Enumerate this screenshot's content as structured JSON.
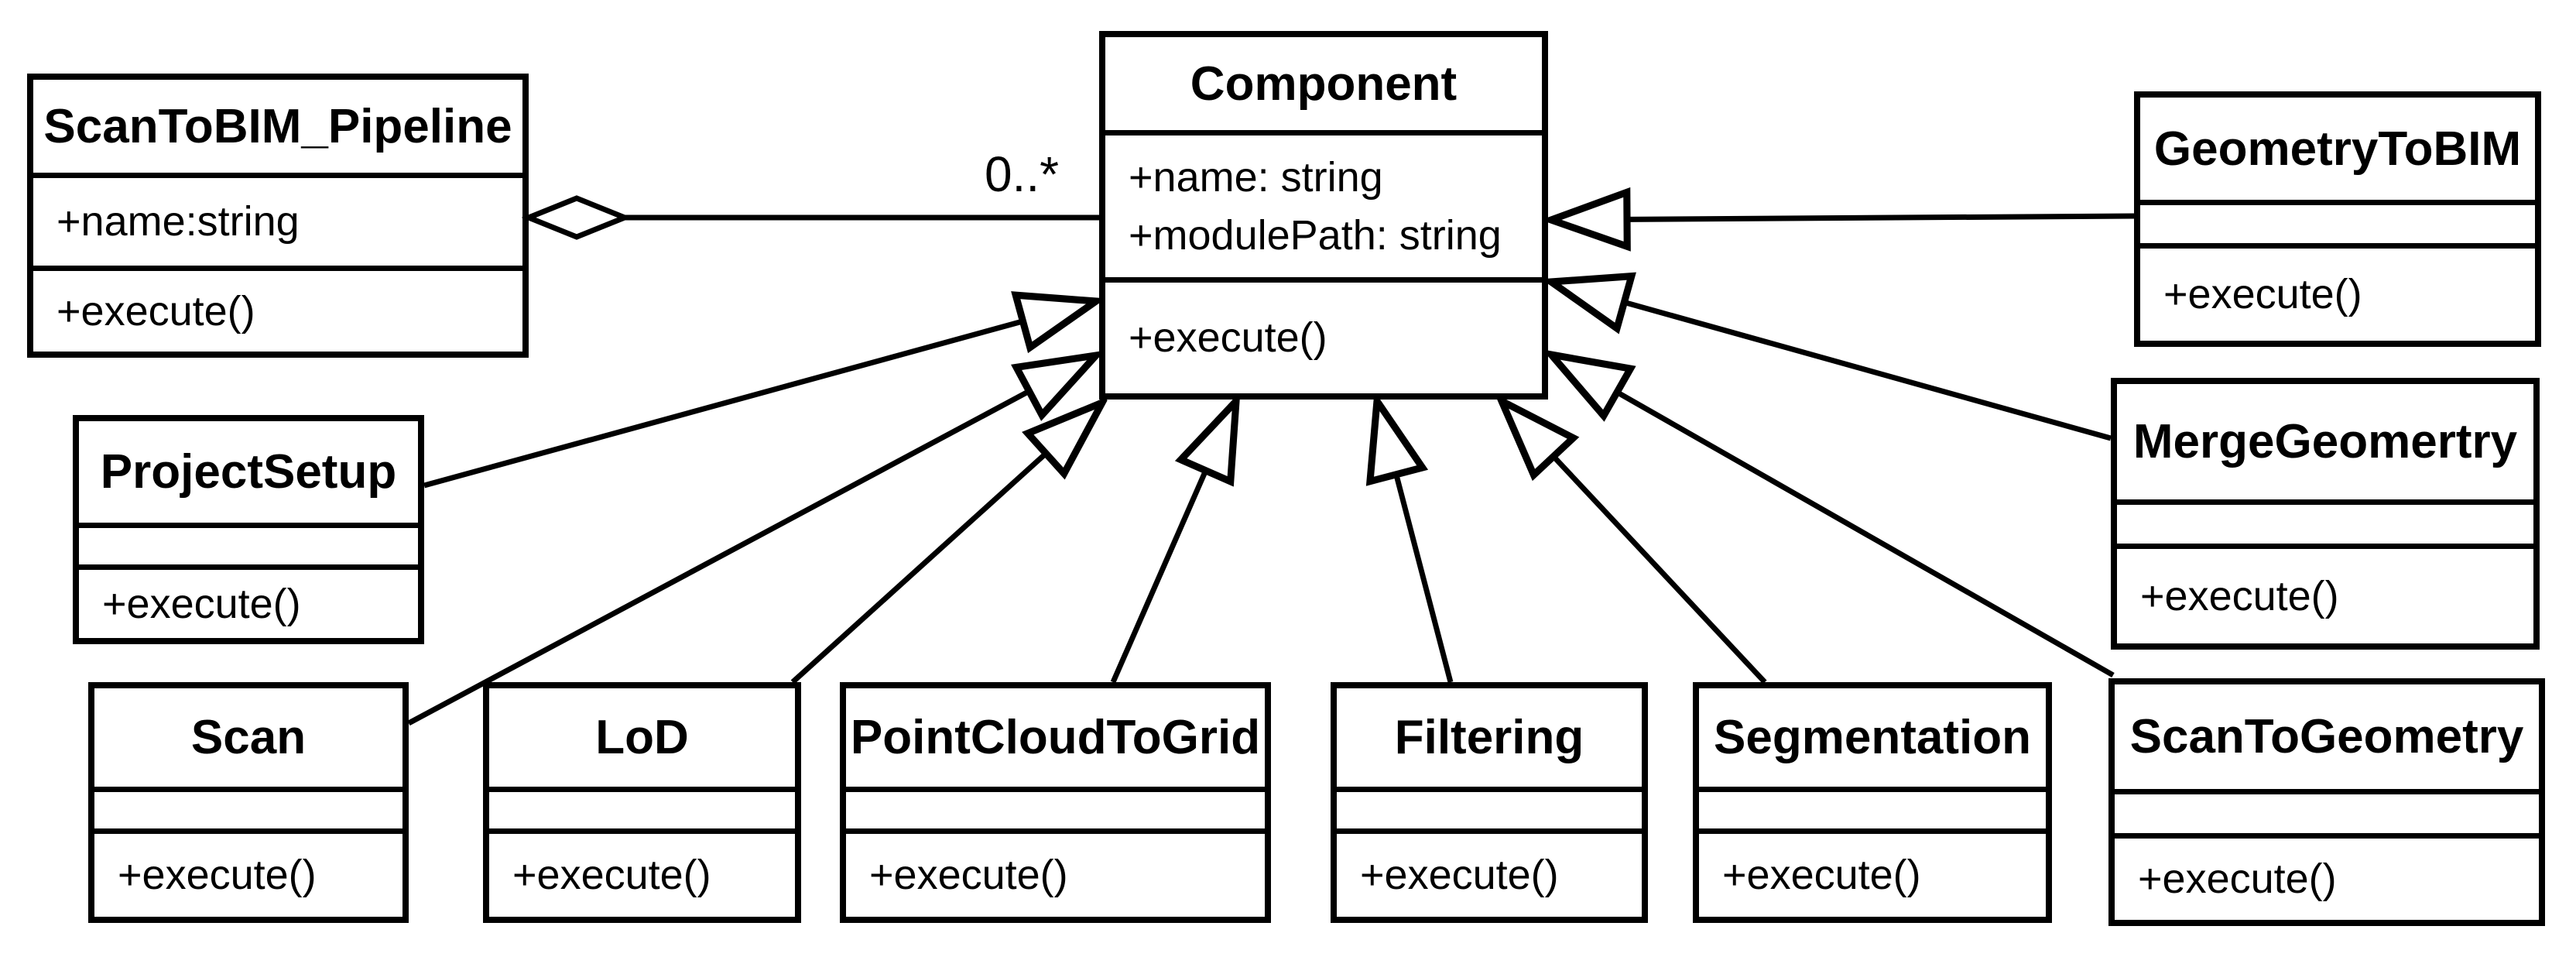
{
  "colors": {
    "background": "#ffffff",
    "stroke": "#000000"
  },
  "association": {
    "multiplicity": "0..*",
    "whole": "ScanToBIM_Pipeline",
    "part": "Component",
    "type": "aggregation"
  },
  "classes": {
    "scantobim_pipeline": {
      "name": "ScanToBIM_Pipeline",
      "attributes": [
        "+name:string"
      ],
      "methods": [
        "+execute()"
      ]
    },
    "component": {
      "name": "Component",
      "attributes": [
        "+name: string",
        "+modulePath: string"
      ],
      "methods": [
        "+execute()"
      ]
    },
    "geometrytobim": {
      "name": "GeometryToBIM",
      "attributes": [],
      "methods": [
        "+execute()"
      ]
    },
    "mergegeomertry": {
      "name": "MergeGeomertry",
      "attributes": [],
      "methods": [
        "+execute()"
      ]
    },
    "scantogeometry": {
      "name": "ScanToGeometry",
      "attributes": [],
      "methods": [
        "+execute()"
      ]
    },
    "projectsetup": {
      "name": "ProjectSetup",
      "attributes": [],
      "methods": [
        "+execute()"
      ]
    },
    "scan": {
      "name": "Scan",
      "attributes": [],
      "methods": [
        "+execute()"
      ]
    },
    "lod": {
      "name": "LoD",
      "attributes": [],
      "methods": [
        "+execute()"
      ]
    },
    "pointcloudtogrid": {
      "name": "PointCloudToGrid",
      "attributes": [],
      "methods": [
        "+execute()"
      ]
    },
    "filtering": {
      "name": "Filtering",
      "attributes": [],
      "methods": [
        "+execute()"
      ]
    },
    "segmentation": {
      "name": "Segmentation",
      "attributes": [],
      "methods": [
        "+execute()"
      ]
    }
  },
  "generalizations": [
    {
      "child": "GeometryToBIM",
      "parent": "Component"
    },
    {
      "child": "MergeGeomertry",
      "parent": "Component"
    },
    {
      "child": "ScanToGeometry",
      "parent": "Component"
    },
    {
      "child": "Segmentation",
      "parent": "Component"
    },
    {
      "child": "Filtering",
      "parent": "Component"
    },
    {
      "child": "PointCloudToGrid",
      "parent": "Component"
    },
    {
      "child": "LoD",
      "parent": "Component"
    },
    {
      "child": "Scan",
      "parent": "Component"
    },
    {
      "child": "ProjectSetup",
      "parent": "Component"
    }
  ]
}
